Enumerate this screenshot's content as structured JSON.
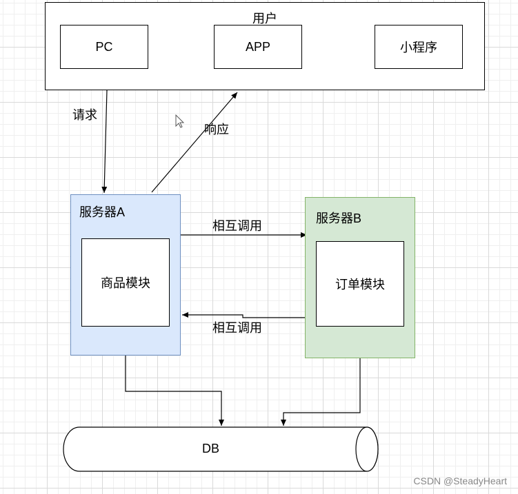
{
  "users": {
    "title": "用户",
    "clients": [
      "PC",
      "APP",
      "小程序"
    ]
  },
  "edges": {
    "request": "请求",
    "response": "响应",
    "call_a_to_b": "相互调用",
    "call_b_to_a": "相互调用"
  },
  "server_a": {
    "title": "服务器A",
    "module": "商品模块",
    "fill": "#dae8fc",
    "stroke": "#6c8ebf"
  },
  "server_b": {
    "title": "服务器B",
    "module": "订单模块",
    "fill": "#d5e8d4",
    "stroke": "#82b366"
  },
  "db": {
    "label": "DB"
  },
  "watermark": "CSDN @SteadyHeart"
}
